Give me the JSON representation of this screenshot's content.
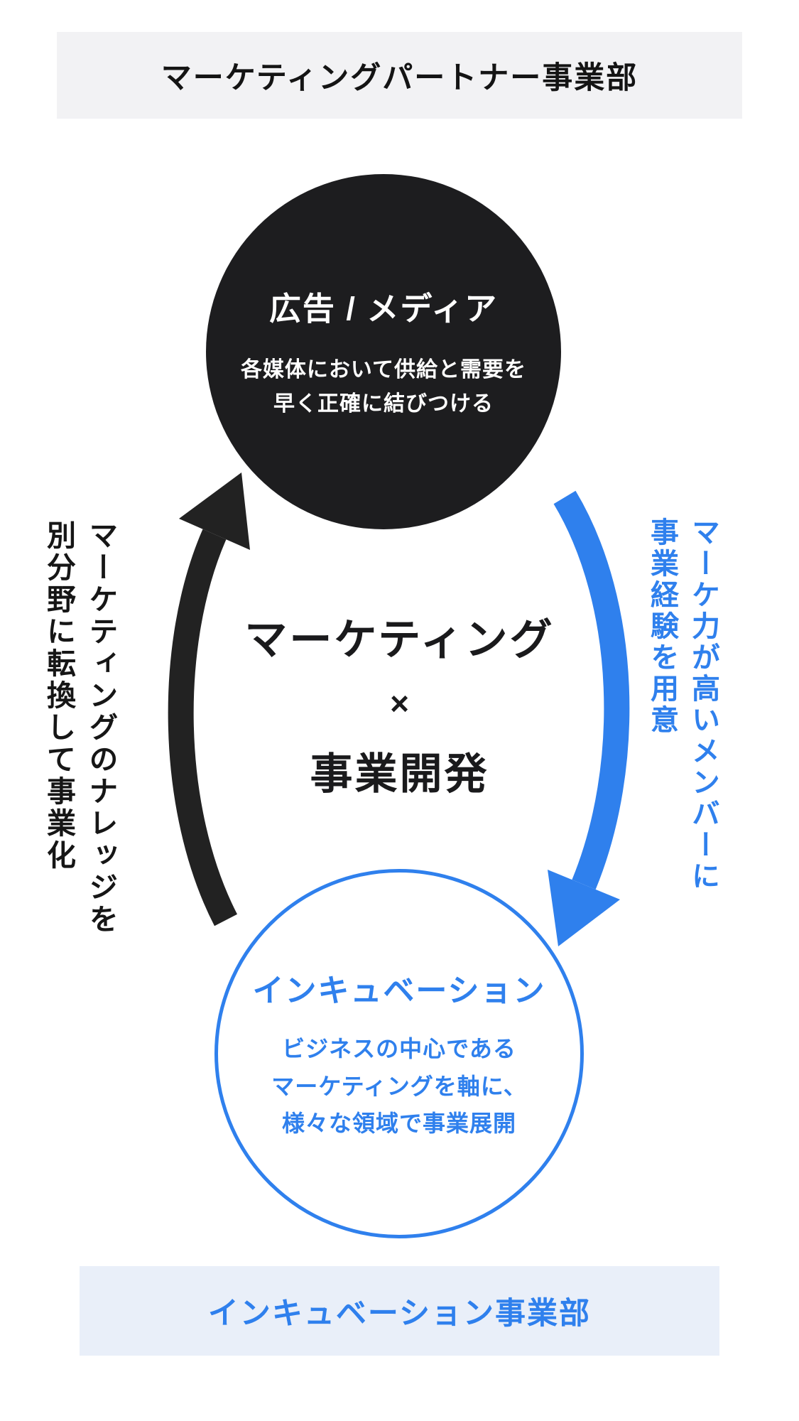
{
  "header": {
    "title": "マーケティングパートナー事業部"
  },
  "top_circle": {
    "title": "広告 / メディア",
    "body_line1": "各媒体において供給と需要を",
    "body_line2": "早く正確に結びつける",
    "bg": "#1d1d1f",
    "text_color": "#ffffff"
  },
  "center": {
    "line1": "マーケティング",
    "operator": "×",
    "line2": "事業開発"
  },
  "left_label": {
    "text": "マーケティングのナレッジを\n別分野に転換して事業化",
    "color": "#161616"
  },
  "right_label": {
    "text": "マーケ力が高いメンバーに\n事業経験を用意",
    "color": "#2f80ed"
  },
  "bottom_circle": {
    "title": "インキュベーション",
    "body_line1": "ビジネスの中心である",
    "body_line2": "マーケティングを軸に、",
    "body_line3": "様々な領域で事業展開",
    "border_color": "#2f80ed",
    "text_color": "#2f80ed"
  },
  "footer": {
    "title": "インキュベーション事業部",
    "bg": "#e9eff9",
    "color": "#2f80ed"
  },
  "colors": {
    "accent_blue": "#2f80ed",
    "arrow_black": "#222222",
    "header_bg": "#f2f2f4",
    "footer_bg": "#e9eff9"
  }
}
